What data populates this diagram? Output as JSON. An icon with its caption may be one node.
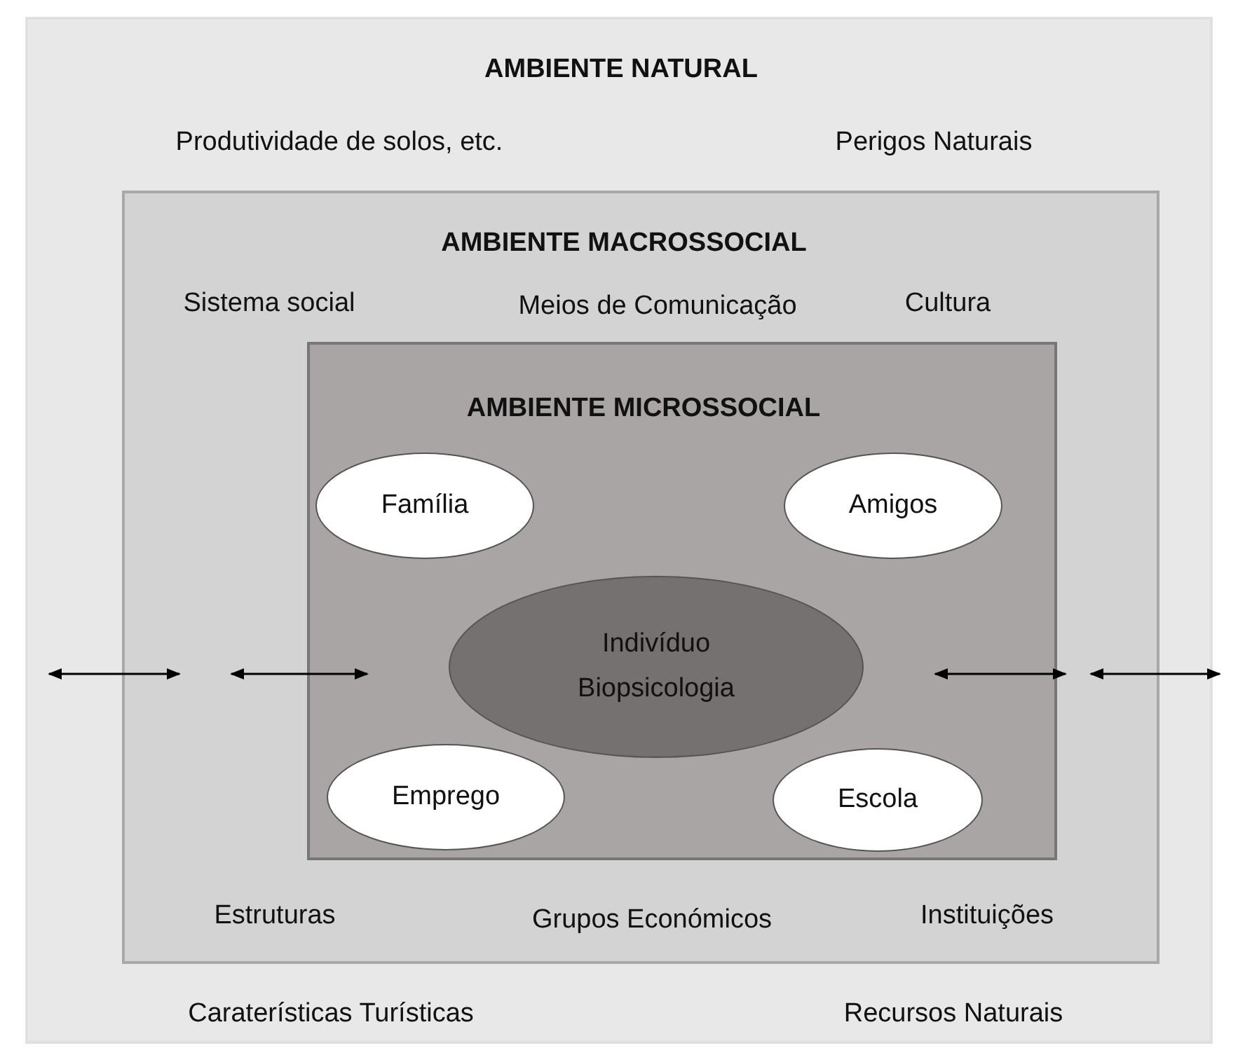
{
  "diagram": {
    "nodes": [
      {
        "text": [
          "AMBIENTE NATURAL",
          "Produtividade de solos, etc.",
          "Perigos Naturais",
          "Caraterísticas Turísticas",
          "Recursos Naturais"
        ]
      },
      {
        "text": [
          "AMBIENTE MACROSSOCIAL",
          "Sistema social",
          "Meios de Comunicação",
          "Cultura",
          "Estruturas",
          "Grupos Económicos",
          "Instituições"
        ],
        "in": 0
      },
      {
        "text": [
          "AMBIENTE MICROSSOCIAL"
        ],
        "in": 1
      },
      {
        "text": [
          "Família"
        ],
        "in": 2
      },
      {
        "text": [
          "Amigos"
        ],
        "in": 2
      },
      {
        "text": [
          "Indivíduo Biopsicologia"
        ],
        "in": 2
      },
      {
        "text": [
          "Emprego"
        ],
        "in": 2
      },
      {
        "text": [
          "Escola"
        ],
        "in": 2
      }
    ]
  }
}
